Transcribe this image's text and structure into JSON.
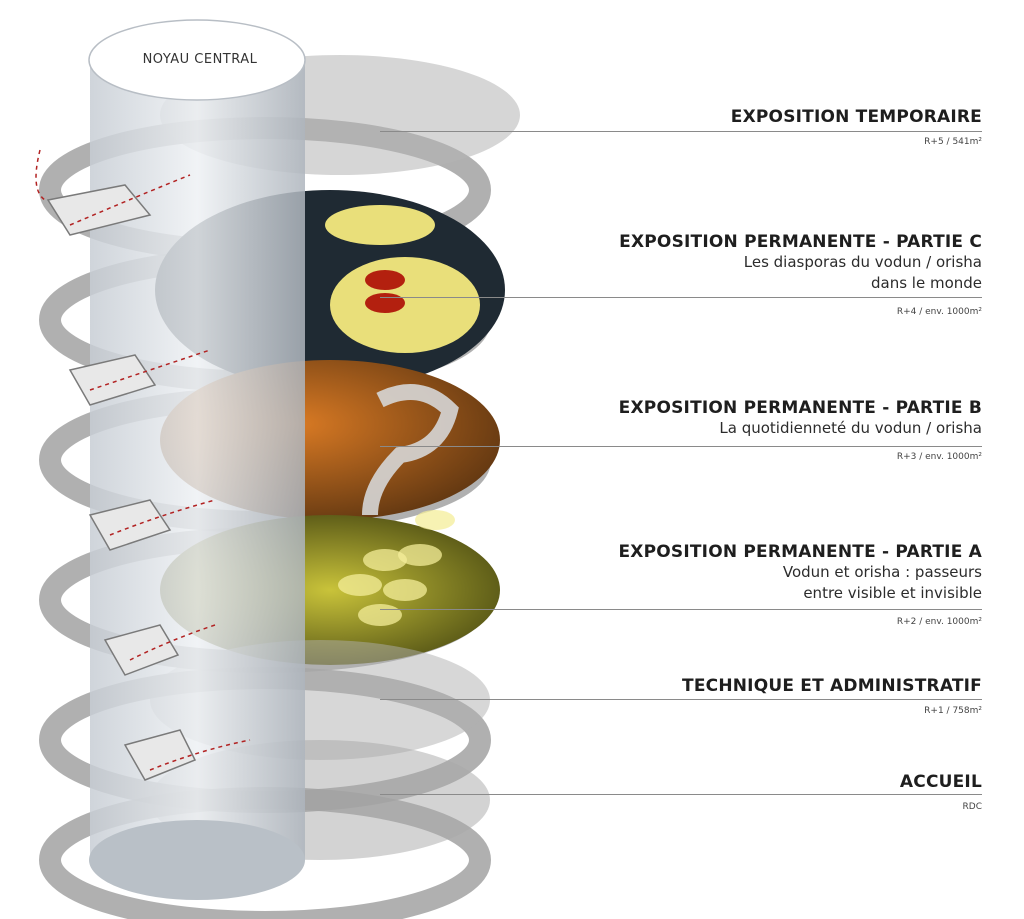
{
  "core_label": "NOYAU CENTRAL",
  "levels": [
    {
      "title": "EXPOSITION TEMPORAIRE",
      "desc": [],
      "meta": "R+5 / 541m²"
    },
    {
      "title": "EXPOSITION PERMANENTE - PARTIE C",
      "desc": [
        "Les diasporas du vodun / orisha",
        "dans le monde"
      ],
      "meta": "R+4 / env. 1000m²"
    },
    {
      "title": "EXPOSITION PERMANENTE - PARTIE B",
      "desc": [
        "La quotidienneté du vodun / orisha"
      ],
      "meta": "R+3 / env. 1000m²"
    },
    {
      "title": "EXPOSITION PERMANENTE - PARTIE A",
      "desc": [
        "Vodun et orisha : passeurs",
        "entre visible et invisible"
      ],
      "meta": "R+2 / env. 1000m²"
    },
    {
      "title": "TECHNIQUE ET ADMINISTRATIF",
      "desc": [],
      "meta": "R+1 / 758m²"
    },
    {
      "title": "ACCUEIL",
      "desc": [],
      "meta": "RDC"
    }
  ],
  "colors": {
    "ramp": "#9a9a9a",
    "core": "#d8dde3",
    "floor_c": "#e9df7a",
    "floor_b": "#a0571f",
    "floor_a": "#7a7520",
    "arrow": "#b22222"
  }
}
